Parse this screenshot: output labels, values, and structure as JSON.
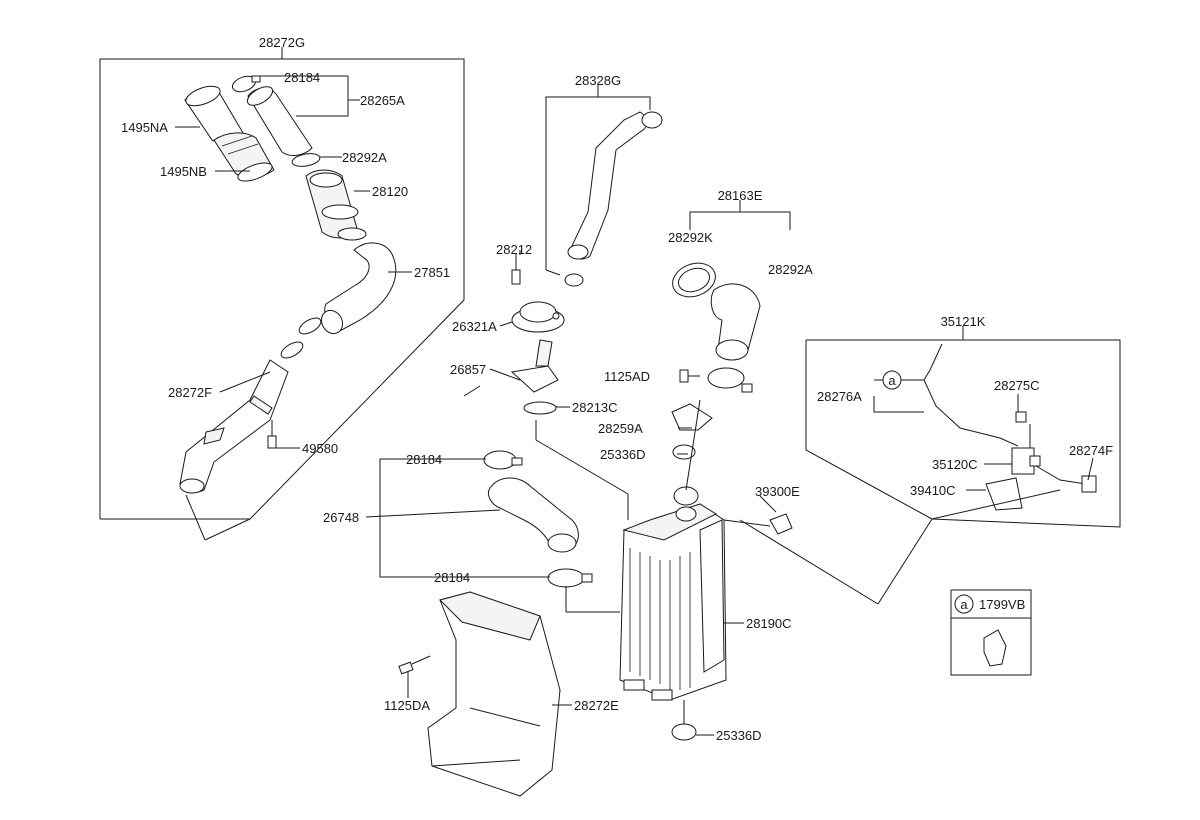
{
  "labels": {
    "l28272G": "28272G",
    "l28184a": "28184",
    "l28265A": "28265A",
    "l1495NA": "1495NA",
    "l1495NB": "1495NB",
    "l28292Aa": "28292A",
    "l28120": "28120",
    "l27851": "27851",
    "l28272F": "28272F",
    "l49580": "49580",
    "l28328G": "28328G",
    "l28212": "28212",
    "l26321A": "26321A",
    "l26857": "26857",
    "l28213C": "28213C",
    "l28163E": "28163E",
    "l28292K": "28292K",
    "l28292Ab": "28292A",
    "l1125AD": "1125AD",
    "l28259A": "28259A",
    "l25336Da": "25336D",
    "l39300E": "39300E",
    "l28184b": "28184",
    "l26748": "26748",
    "l28184c": "28184",
    "l28190C": "28190C",
    "l1125DA": "1125DA",
    "l28272E": "28272E",
    "l25336Db": "25336D",
    "l35121K": "35121K",
    "l28276A": "28276A",
    "l28275C": "28275C",
    "l35120C": "35120C",
    "l28274F": "28274F",
    "l39410C": "39410C",
    "l1799VB": "1799VB",
    "circleA1": "a",
    "circleA2": "a"
  }
}
